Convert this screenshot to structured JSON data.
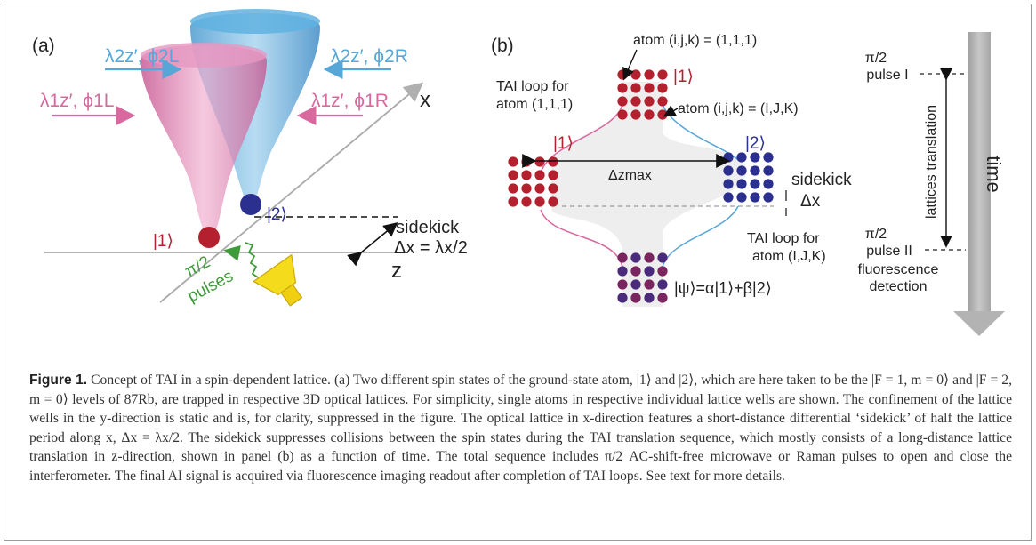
{
  "figure": {
    "panel_a": {
      "label": "(a)",
      "lambda_2L": "λ2z′, ϕ2L",
      "lambda_2R": "λ2z′, ϕ2R",
      "lambda_1L": "λ1z′, ϕ1L",
      "lambda_1R": "λ1z′, ϕ1R",
      "axis_x": "x",
      "axis_z": "z",
      "state_1": "|1⟩",
      "state_2": "|2⟩",
      "sidekick": "sidekick",
      "dx_eq": "Δx = λx/2",
      "pulses_line1": "π/2",
      "pulses_line2": "pulses"
    },
    "panel_b": {
      "label": "(b)",
      "atom_111": "atom (i,j,k) = (1,1,1)",
      "atom_IJK": "atom (i,j,k) = (I,J,K)",
      "tai_loop_111": [
        "TAI loop for",
        "atom (1,1,1)"
      ],
      "tai_loop_IJK": [
        "TAI loop for",
        "atom (I,J,K)"
      ],
      "state_1_top": "|1⟩",
      "state_1_left": "|1⟩",
      "state_2_right": "|2⟩",
      "dz_max": "Δzmax",
      "sidekick": "sidekick",
      "dx": "Δx",
      "psi": "|ψ⟩=α|1⟩+β|2⟩"
    },
    "timeline": {
      "pulse_I": [
        "π/2",
        "pulse I"
      ],
      "pulse_II": [
        "π/2",
        "pulse II"
      ],
      "lattices_translation": "lattices translation",
      "fluorescence": [
        "fluorescence",
        "detection"
      ],
      "time": "time"
    },
    "colors": {
      "red": "#b5202e",
      "blue": "#2b2f8f",
      "pink": "#d9689f",
      "lightblue": "#56a7d8",
      "green": "#3f9b3a",
      "yellow": "#f4dc1c",
      "gray_arrow": "#b8b8b8"
    }
  },
  "caption": {
    "label": "Figure 1.",
    "text": "Concept of TAI in a spin-dependent lattice. (a) Two different spin states of the ground-state atom, |1⟩ and |2⟩, which are here taken to be the |F = 1, m = 0⟩ and |F = 2, m = 0⟩ levels of 87Rb, are trapped in respective 3D optical lattices. For simplicity, single atoms in respective individual lattice wells are shown. The confinement of the lattice wells in the y-direction is static and is, for clarity, suppressed in the figure. The optical lattice in x-direction features a short-distance differential ‘sidekick’ of half the lattice period along x, Δx = λx/2. The sidekick suppresses collisions between the spin states during the TAI translation sequence, which mostly consists of a long-distance lattice translation in z-direction, shown in panel (b) as a function of time. The total sequence includes π/2 AC-shift-free microwave or Raman pulses to open and close the interferometer. The final AI signal is acquired via fluorescence imaging readout after completion of TAI loops. See text for more details."
  }
}
